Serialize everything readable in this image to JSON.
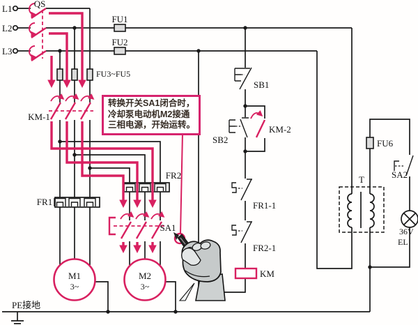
{
  "colors": {
    "accent": "#d82060",
    "callout_border": "#d6246e",
    "wire": "#1a1a1a",
    "callout_text": "#362c24",
    "hand_gray": "#c6caca"
  },
  "callout": {
    "line1": "转换开关SA1闭合时，",
    "line2": "冷却泵电动机M2接通",
    "line3": "三相电源，开始运转。"
  },
  "labels": {
    "l1": "L1",
    "l2": "L2",
    "l3": "L3",
    "qs": "QS",
    "fu1": "FU1",
    "fu2": "FU2",
    "fu345": "FU3~FU5",
    "km1": "KM-1",
    "fr1": "FR1",
    "fr2": "FR2",
    "sa1": "SA1",
    "sb1": "SB1",
    "sb2": "SB2",
    "km2": "KM-2",
    "fr11": "FR1-1",
    "fr21": "FR2-1",
    "km": "KM",
    "fu6": "FU6",
    "sa2": "SA2",
    "t": "T",
    "volt": "36V",
    "el": "EL",
    "m1": "M1",
    "m1t": "3~",
    "m2": "M2",
    "m2t": "3~",
    "pe": "PE接地"
  }
}
